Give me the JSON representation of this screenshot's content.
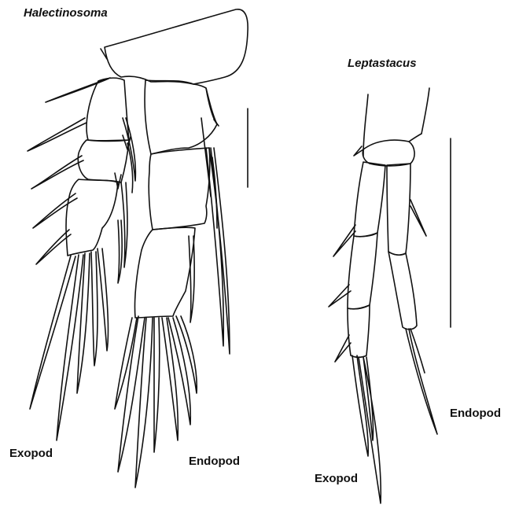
{
  "labels": {
    "halectinosoma": "Halectinosoma",
    "leptastacus": "Leptastacus",
    "exopod_left": "Exopod",
    "endopod_left": "Endopod",
    "endopod_right": "Endopod",
    "exopod_right": "Exopod"
  },
  "colors": {
    "line": "#111111",
    "background": "#ffffff"
  }
}
